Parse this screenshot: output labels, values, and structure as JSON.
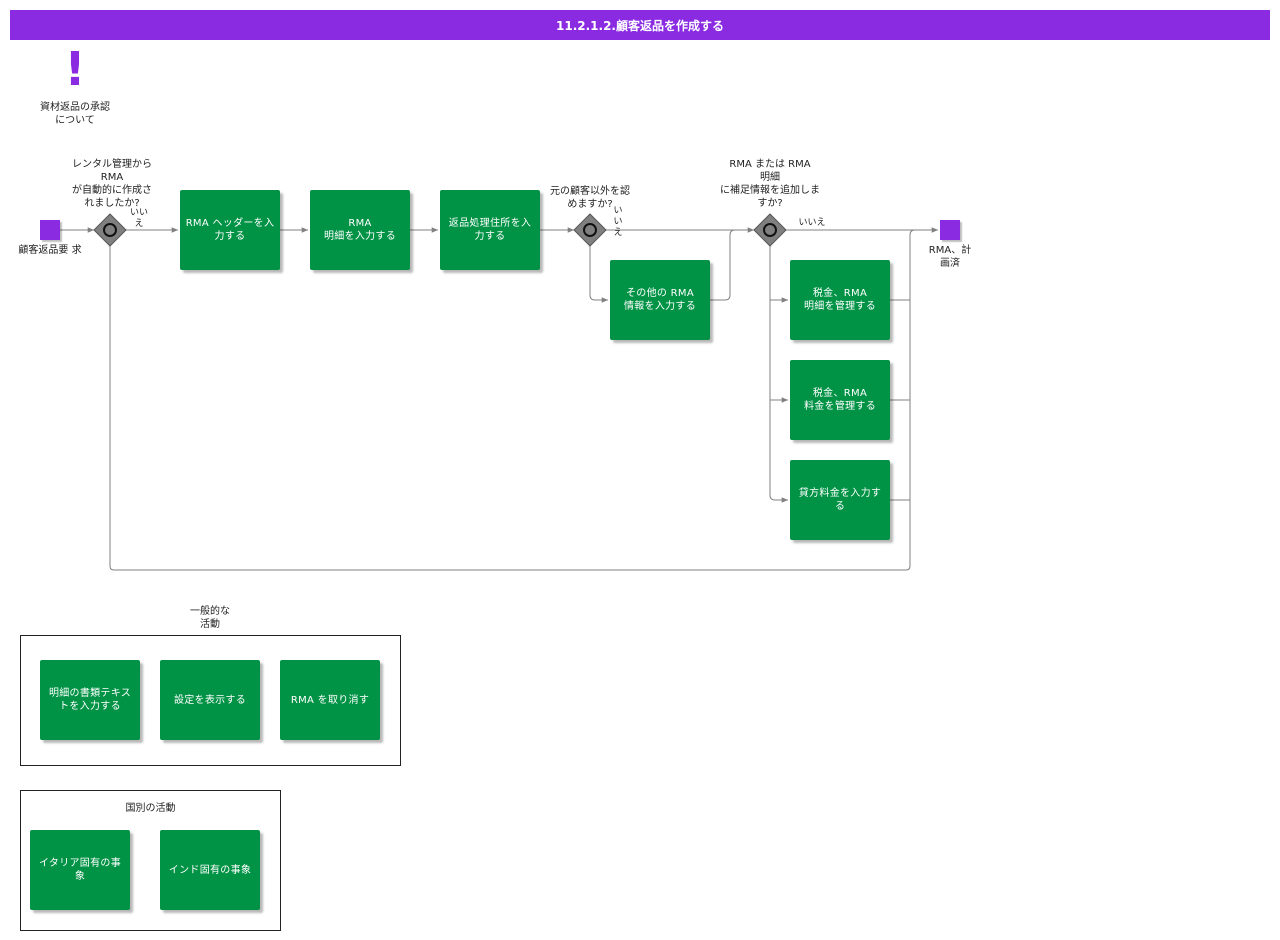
{
  "header": {
    "title": "11.2.1.2.顧客返品を作成する"
  },
  "note": {
    "icon": "exclamation-icon",
    "label": "資材返品の承認\nについて"
  },
  "events": {
    "start": "顧客返品要 求",
    "end": "RMA、計\n画済"
  },
  "gateways": {
    "g1": "レンタル管理から\nRMA\nが自動的に作成さ\nれましたか?",
    "g2": "元の顧客以外を認\nめますか?",
    "g3": "RMA または RMA\n明細\nに補足情報を追加しま\nすか?"
  },
  "flow_labels": {
    "no1": "いい\nえ",
    "no2": "い\nい\nえ",
    "no3": "いいえ"
  },
  "tasks": {
    "t1": "RMA ヘッダーを入\n力する",
    "t2": "RMA\n明細を入力する",
    "t3": "返品処理住所を入\n力する",
    "t4": "その他の RMA\n情報を入力する",
    "t5": "税金、RMA\n明細を管理する",
    "t6": "税金、RMA\n料金を管理する",
    "t7": "貸方料金を入力す\nる"
  },
  "general": {
    "title": "一般的な\n活動",
    "items": [
      "明細の書類テキス\nトを入力する",
      "設定を表示する",
      "RMA を取り消す"
    ]
  },
  "country": {
    "title": "国別の活動",
    "items": [
      "イタリア固有の事\n象",
      "インド固有の事象"
    ]
  },
  "colors": {
    "accent": "#8a2be2",
    "task": "#009245",
    "gateway": "#808080",
    "connector": "#808080"
  }
}
